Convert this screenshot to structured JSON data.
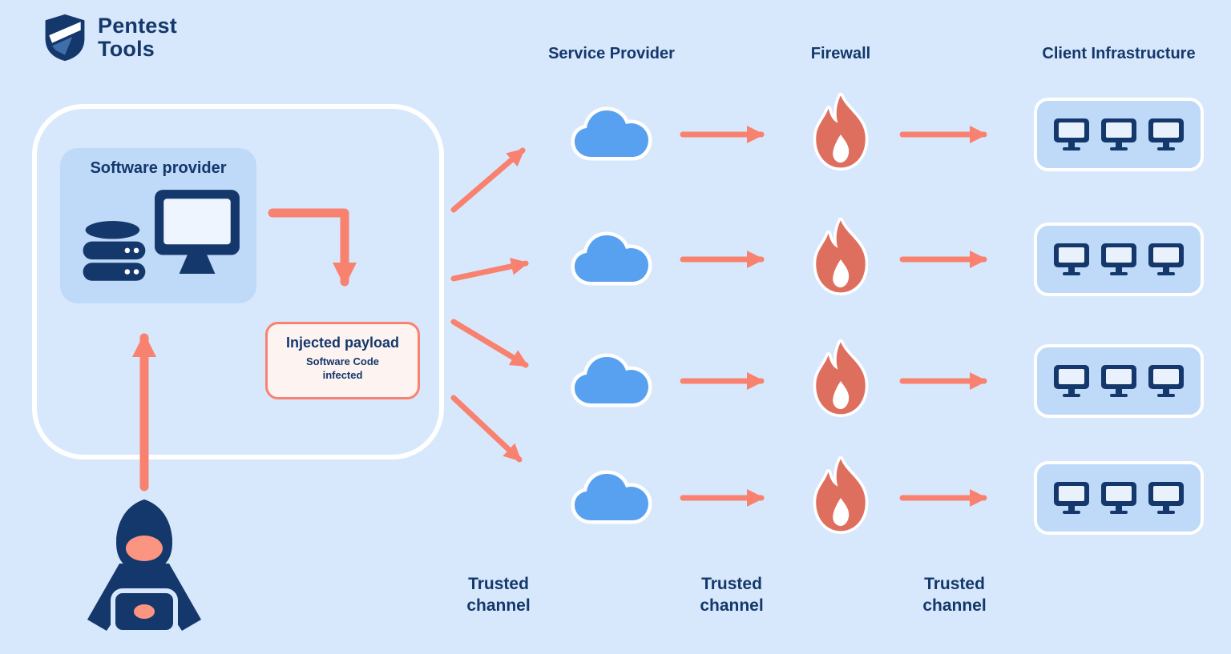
{
  "logo": {
    "line1": "Pentest",
    "line2": "Tools"
  },
  "headers": {
    "service_provider": "Service Provider",
    "firewall": "Firewall",
    "client_infrastructure": "Client Infrastructure"
  },
  "diagram": {
    "software_provider_title": "Software provider",
    "injected_payload_title": "Injected payload",
    "injected_payload_subtitle": "Software Code infected"
  },
  "channel_labels": [
    {
      "line1": "Trusted",
      "line2": "channel"
    },
    {
      "line1": "Trusted",
      "line2": "channel"
    },
    {
      "line1": "Trusted",
      "line2": "channel"
    }
  ],
  "colors": {
    "background": "#d8e8fc",
    "navy": "#14386b",
    "coral": "#f8826f",
    "flame": "#de6f5e",
    "cloud_blue": "#58a0f0",
    "box_blue": "#bfd9f8"
  }
}
